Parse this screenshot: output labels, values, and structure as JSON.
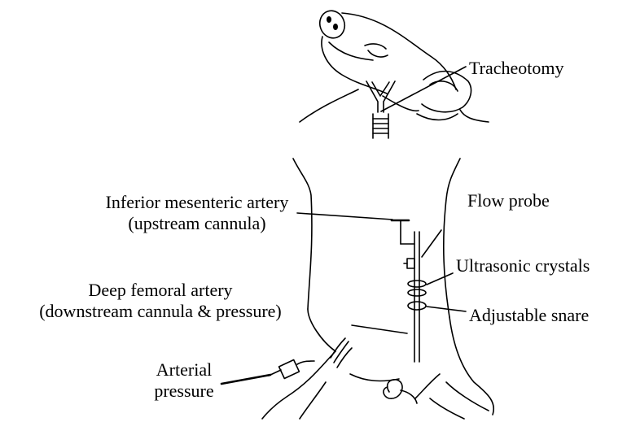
{
  "labels": {
    "tracheotomy": "Tracheotomy",
    "flow_probe": "Flow probe",
    "ultrasonic_crystals": "Ultrasonic crystals",
    "adjustable_snare": "Adjustable snare",
    "ima_line1": "Inferior mesenteric artery",
    "ima_line2": "(upstream cannula)",
    "dfa_line1": "Deep femoral artery",
    "dfa_line2": "(downstream cannula & pressure)",
    "arterial_line1": "Arterial",
    "arterial_line2": "pressure"
  }
}
